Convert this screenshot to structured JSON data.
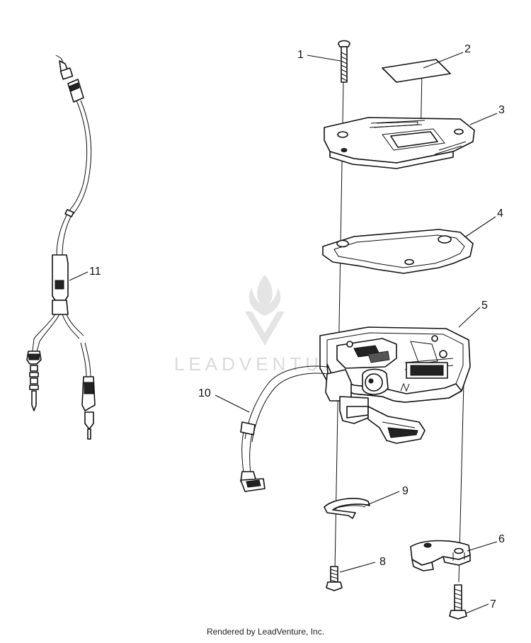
{
  "callouts": [
    {
      "id": "1",
      "text": "1"
    },
    {
      "id": "2",
      "text": "2"
    },
    {
      "id": "3",
      "text": "3"
    },
    {
      "id": "4",
      "text": "4"
    },
    {
      "id": "5",
      "text": "5"
    },
    {
      "id": "6",
      "text": "6"
    },
    {
      "id": "7",
      "text": "7"
    },
    {
      "id": "8",
      "text": "8"
    },
    {
      "id": "9",
      "text": "9"
    },
    {
      "id": "10",
      "text": "10"
    },
    {
      "id": "11",
      "text": "11"
    }
  ],
  "watermark": {
    "text": "LEADVENTURE",
    "logo_icon": "flame-v-logo-icon"
  },
  "footer": {
    "credit": "Rendered by LeadVenture, Inc."
  }
}
